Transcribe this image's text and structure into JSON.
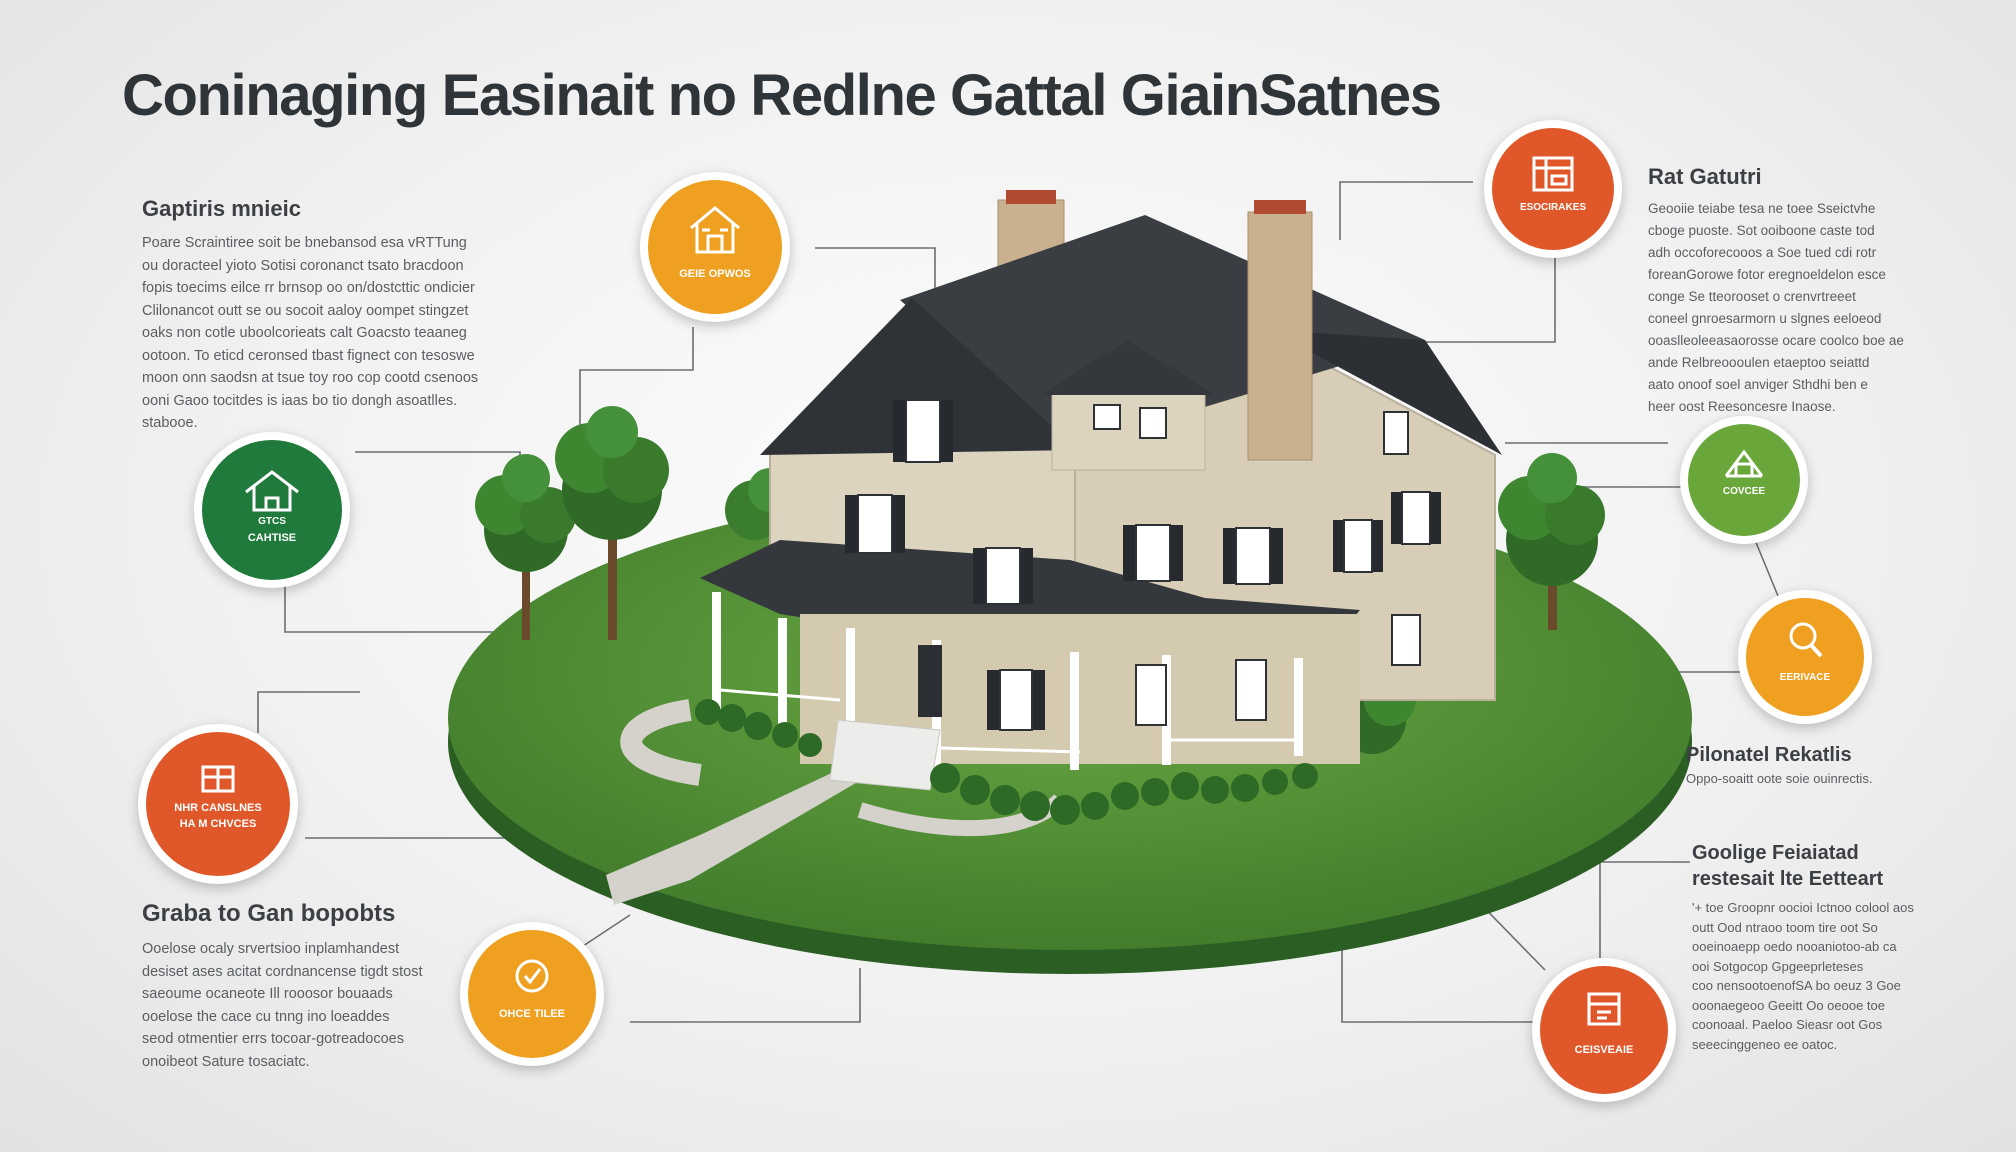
{
  "title": "Coninaging Easinait  no Redlne Gattal GiainSatnes",
  "colors": {
    "orange": "#f0a020",
    "red_orange": "#e0582a",
    "green": "#1f7a3c",
    "light_green": "#6aa73a",
    "lawn": "#4f8f35",
    "roof": "#3a3d42",
    "siding": "#ddd4bf",
    "text_dark": "#2f3438"
  },
  "left_panels": [
    {
      "heading": "Gaptiris mnieic",
      "lines": [
        "Poare Scraintiree soit be bnebansod esa vRTTung",
        "ou doracteel yioto Sotisi coronanct tsato bracdoon",
        "fopis toecims eilce rr brnsop oo on/dostcttic ondicier",
        "Clilonancot outt se ou socoit aaloy oompet stingzet",
        "oaks non cotle uboolcorieats calt Goacsto teaaneg",
        "ootoon. To eticd ceronsed tbast fignect con tesoswe",
        "moon onn saodsn at tsue toy roo cop cootd csenoos",
        "ooni Gaoo tocitdes is iaas bo tio dongh asoatlles.",
        "stabooe."
      ]
    },
    {
      "heading": "Graba to Gan bopobts",
      "lines": [
        "Ooelose ocaly srvertsioo inplamhandest",
        "desiset ases acitat cordnancense tigdt stost",
        "saeoume ocaneote Ill rooosor bouaads",
        "ooelose the cace cu tnng ino loeaddes",
        "seod otmentier errs tocoar-gotreadocoes",
        "onoibeot Sature tosaciatc."
      ]
    }
  ],
  "right_panels": [
    {
      "heading": "Rat Gatutri",
      "lines": [
        "Geooiie teiabe tesa ne toee Sseictvhe",
        "cboge puoste. Sot ooiboone caste tod",
        "adh occoforecooos a Soe tued cdi rotr",
        "foreanGorowe fotor eregnoeldelon esce",
        "conge Se tteorooset o crenvrtreeet",
        "coneel gnroesarmorn u slgnes eeloeod",
        "ooaslleoleeasaorosse ocare coolco boe ae",
        "ande Relbreoooulen etaeptoo seiattd",
        "aato onoof soel anviger Sthdhi ben e",
        "heer oost Reesoncesre Inaose."
      ]
    },
    {
      "heading": "Pilonatel Rekatlis",
      "lines": [
        "Oppo-soaitt oote soie ouinrectis."
      ]
    },
    {
      "heading_lines": [
        "Goolige Feiaiatad",
        "restesait lte Eetteart"
      ],
      "lines": [
        "'+ toe Groopnr oocioi Ictnoo colool aos",
        "outt Ood ntraoo toom tire oot So",
        "ooeinoaepp oedo nooaniotoo-ab ca",
        "ooi Sotgocop Gpgeeprleteses",
        "coo nensootoenofSA bo oeuz 3 Goe",
        "ooonaegeoo Geeitt Oo oeooe toe",
        "coonoaal. Paeloo Sieasr oot Gos",
        "seeecinggeneo ee oatoc."
      ]
    }
  ],
  "badges": [
    {
      "label": "GEIE OPWOS",
      "color": "orange",
      "icon": "house-plan-icon"
    },
    {
      "label": "ESOCIRAKES",
      "color": "red_orange",
      "icon": "blueprint-icon"
    },
    {
      "label_lines": [
        "GTCS",
        "CAHTISE"
      ],
      "color": "green",
      "icon": "home-icon"
    },
    {
      "label": "COVCEE",
      "color": "light_green",
      "icon": "roof-frame-icon"
    },
    {
      "label": "EERIVACE",
      "color": "orange",
      "icon": "magnifier-icon"
    },
    {
      "label_lines": [
        "NHR CANSLNES",
        "HA M CHVCES"
      ],
      "color": "red_orange",
      "icon": "window-icon"
    },
    {
      "label": "OHCE TILEE",
      "color": "orange",
      "icon": "tag-icon"
    },
    {
      "label": "CEISVEAIE",
      "color": "red_orange",
      "icon": "document-icon"
    }
  ]
}
